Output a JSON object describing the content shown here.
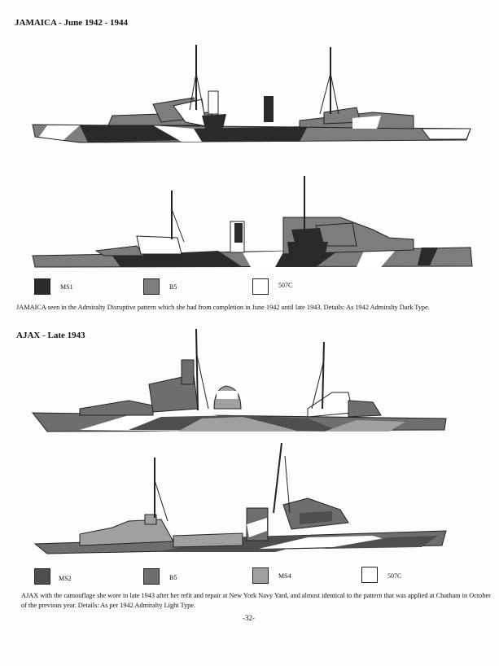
{
  "sections": [
    {
      "title": "JAMAICA - June 1942 - 1944",
      "legend": [
        {
          "code": "MS1",
          "color": "#2a2a2a"
        },
        {
          "code": "B5",
          "color": "#7d7d7d"
        },
        {
          "code": "507C",
          "color": "#ffffff"
        }
      ],
      "caption": "JAMAICA seen in the Admiralty Disruptive pattern which she had from completion in June 1942 until late 1943. Details: As 1942 Admiralty Dark Type."
    },
    {
      "title": "AJAX - Late 1943",
      "legend": [
        {
          "code": "MS2",
          "color": "#4e4e4e"
        },
        {
          "code": "B5",
          "color": "#6e6e6e"
        },
        {
          "code": "MS4",
          "color": "#a0a0a0"
        },
        {
          "code": "507C",
          "color": "#ffffff"
        }
      ],
      "caption": "AJAX with the camouflage she wore in late 1943 after her refit and repair at New York Navy Yard, and almost identical to the pattern that was applied at Chatham in October of the previous year. Details: As per 1942 Admiralty Light Type."
    }
  ],
  "page_number": "-32-"
}
